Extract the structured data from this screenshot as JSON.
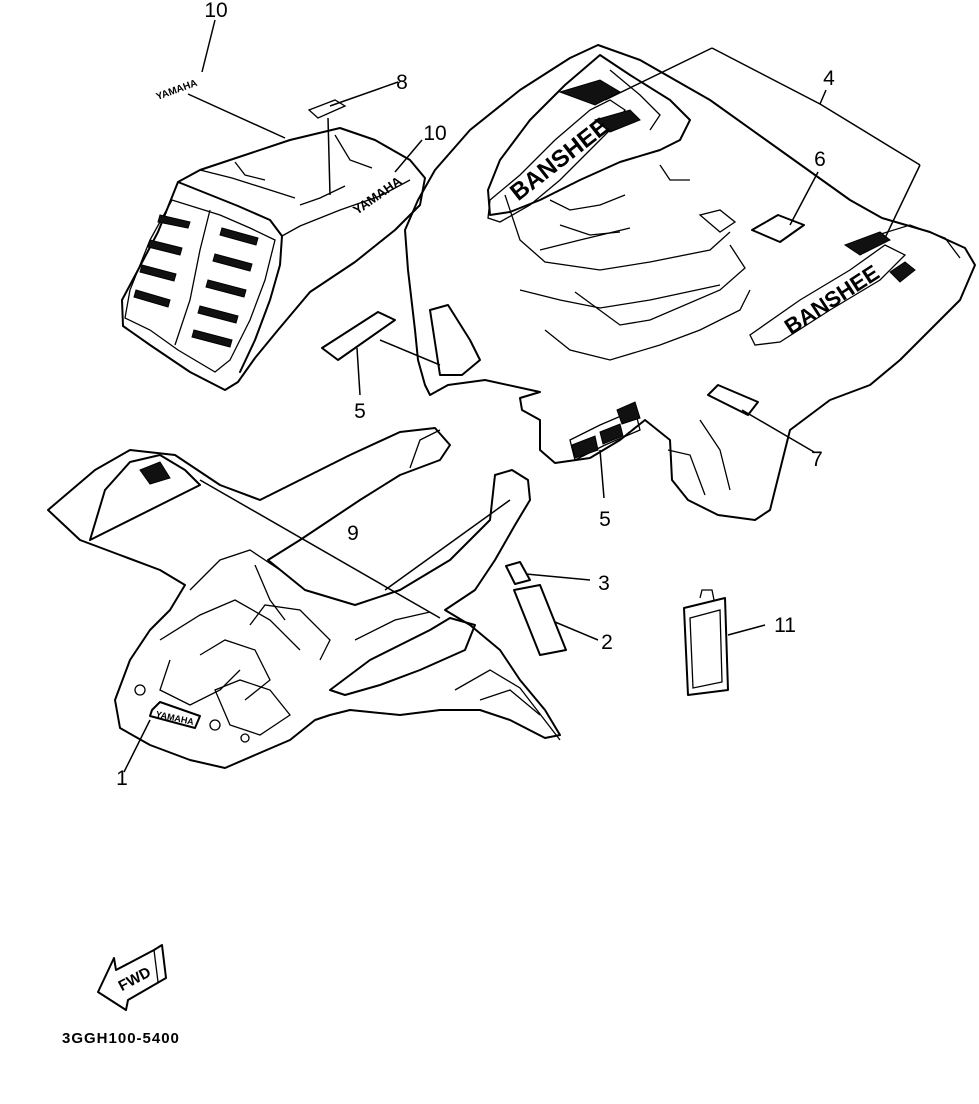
{
  "diagram": {
    "drawing_code": "3GGH100-5400",
    "fwd_arrow_label": "FWD",
    "decal_text": {
      "banshee_left": "BANSHEE",
      "banshee_right": "BANSHEE",
      "yamaha_front": "YAMAHA",
      "yamaha_shroud": "YAMAHA",
      "yamaha_top": "YAMAHA"
    },
    "callouts": [
      {
        "id": "c1",
        "label": "1"
      },
      {
        "id": "c2",
        "label": "2"
      },
      {
        "id": "c3",
        "label": "3"
      },
      {
        "id": "c4",
        "label": "4"
      },
      {
        "id": "c5a",
        "label": "5"
      },
      {
        "id": "c5b",
        "label": "5"
      },
      {
        "id": "c6",
        "label": "6"
      },
      {
        "id": "c7",
        "label": "7"
      },
      {
        "id": "c8",
        "label": "8"
      },
      {
        "id": "c9",
        "label": "9"
      },
      {
        "id": "c10a",
        "label": "10"
      },
      {
        "id": "c10b",
        "label": "10"
      },
      {
        "id": "c11",
        "label": "11"
      }
    ]
  }
}
